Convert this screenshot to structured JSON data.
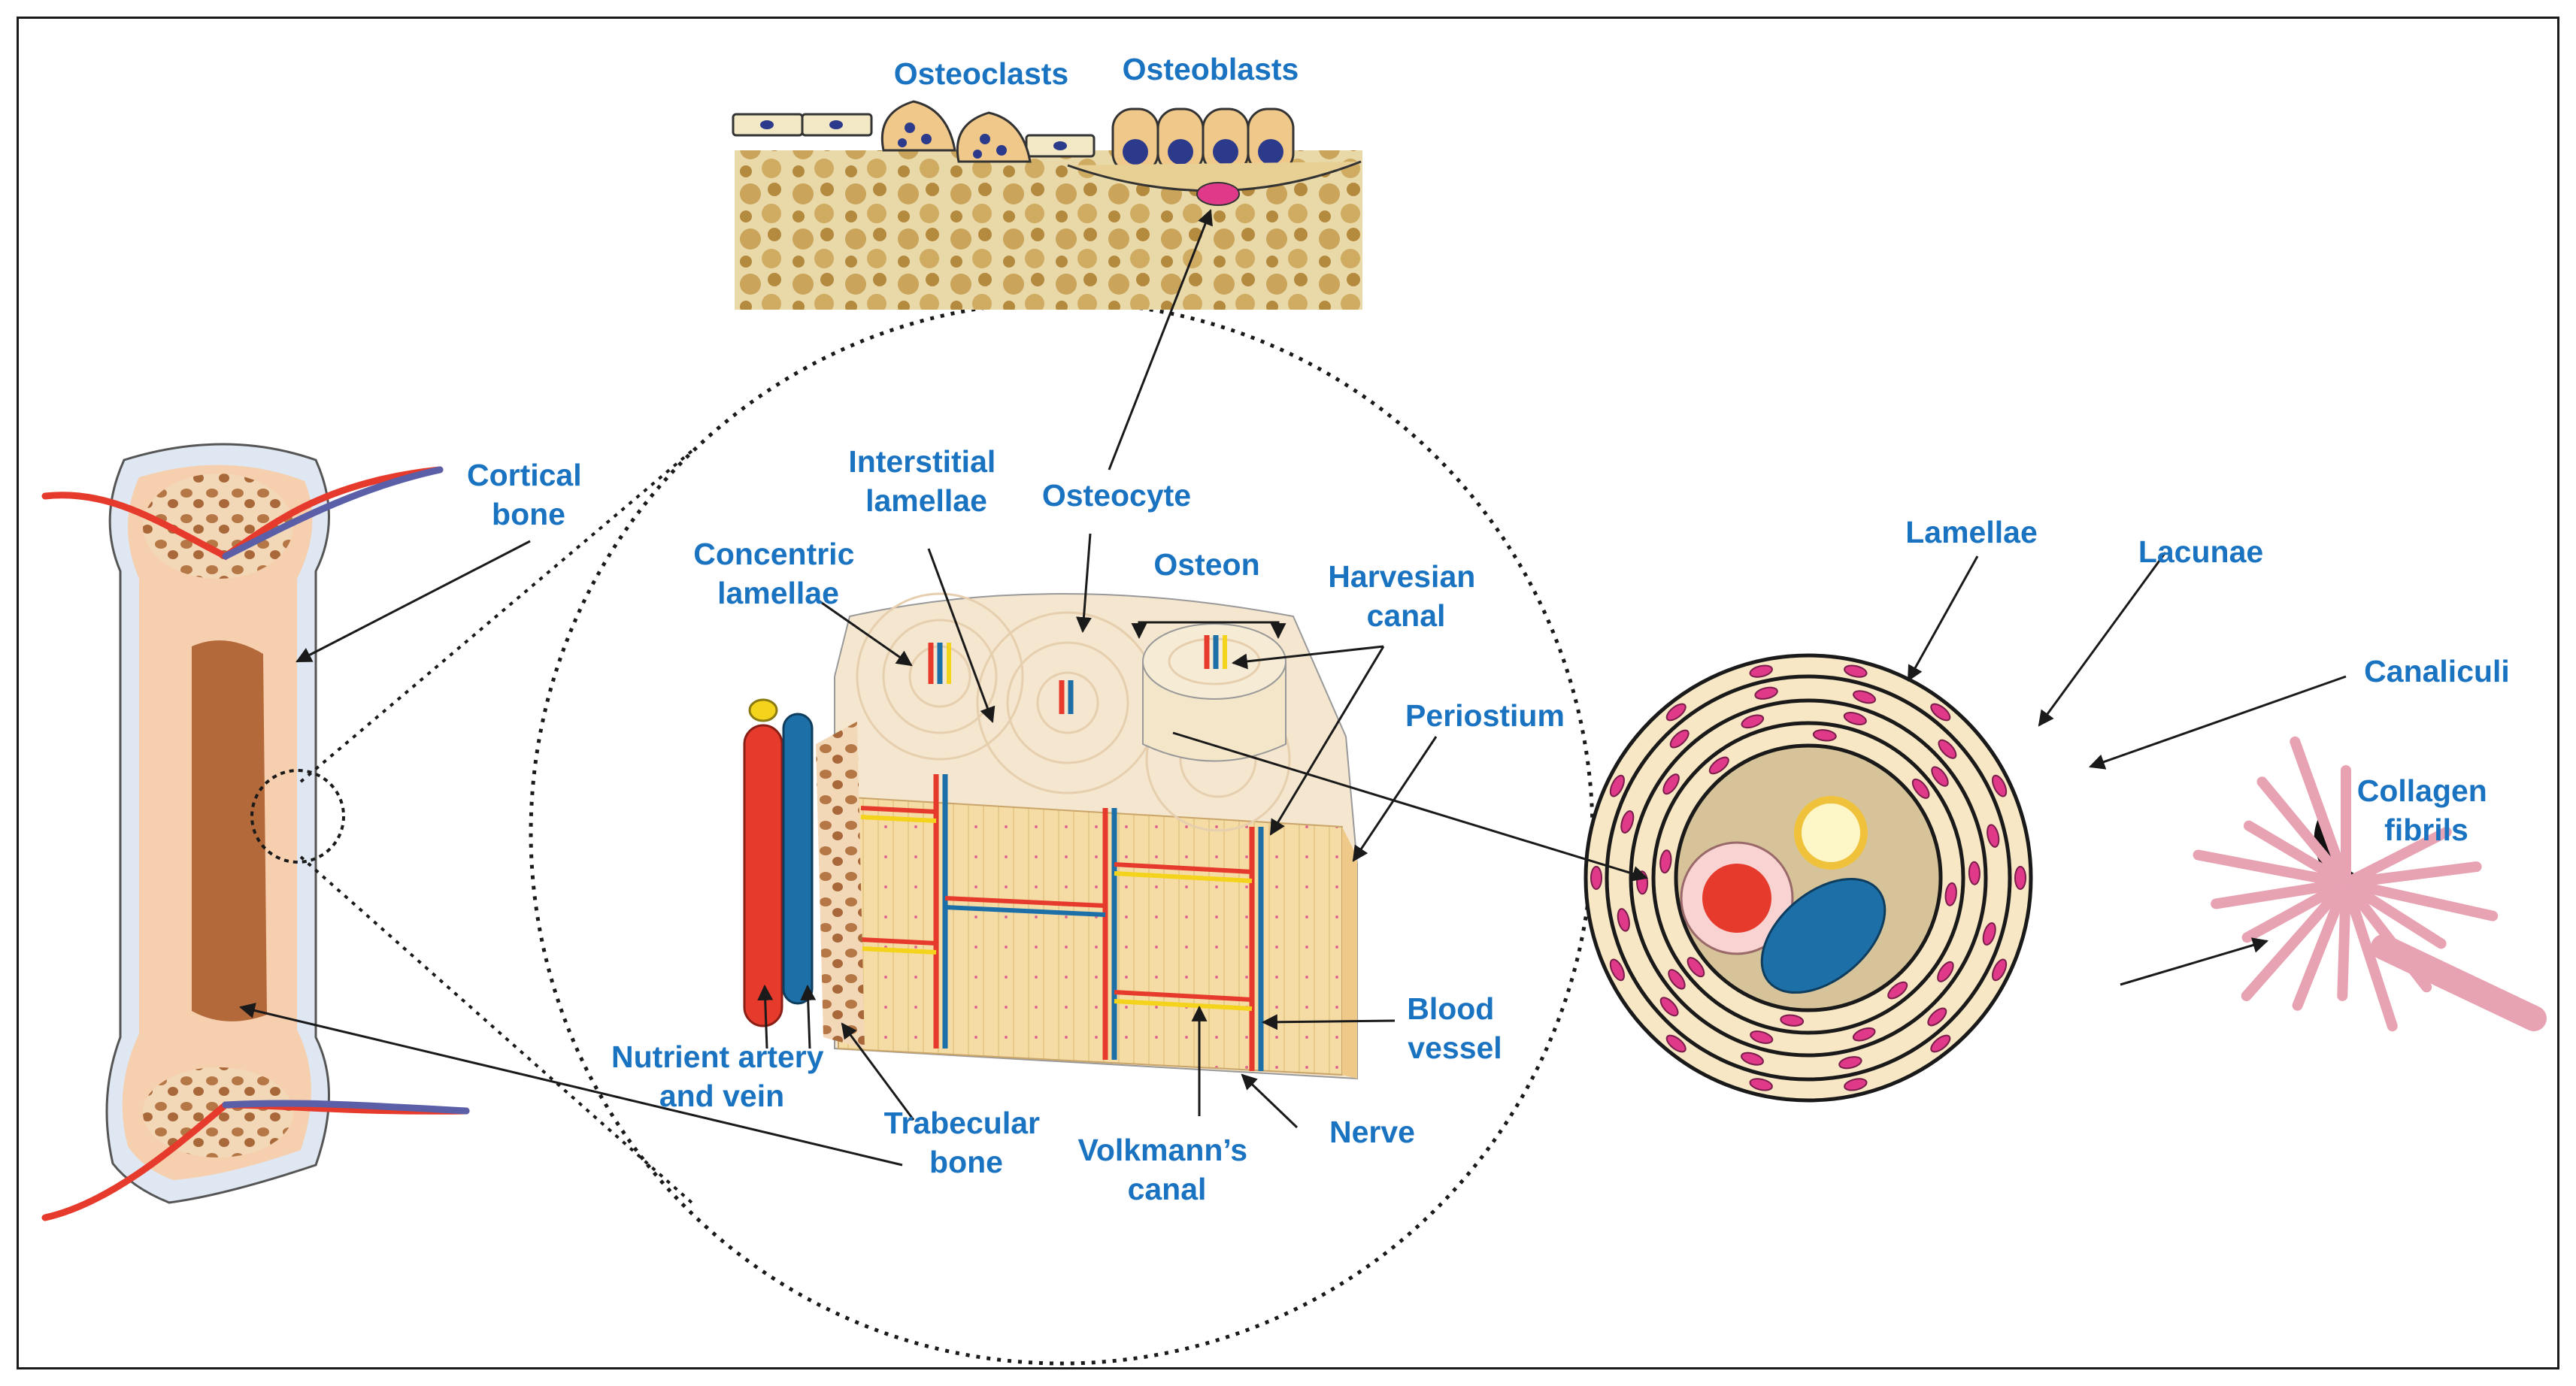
{
  "colors": {
    "label": "#1a73c1",
    "bone": "#f6cfae",
    "bone_dark": "#c8865a",
    "marrow": "#b4693a",
    "artery": "#e53a2c",
    "vein": "#1d6fa8",
    "nerve": "#f3d31c",
    "lamella": "#f7e7c4",
    "cell": "#e0398a",
    "fibril": "#e8a3b3",
    "outline": "#1a1a1a"
  },
  "labels": {
    "osteoclasts": "Osteoclasts",
    "osteoblasts": "Osteoblasts",
    "cortical_bone": [
      "Cortical",
      "bone"
    ],
    "interstitial_lamellae": [
      "Interstitial",
      "lamellae"
    ],
    "osteocyte": "Osteocyte",
    "concentric_lamellae": [
      "Concentric",
      "lamellae"
    ],
    "osteon": "Osteon",
    "harvesian_canal": [
      "Harvesian",
      "canal"
    ],
    "periostium": "Periostium",
    "blood_vessel": [
      "Blood",
      "vessel"
    ],
    "nutrient_artery_vein": [
      "Nutrient artery",
      "and vein"
    ],
    "trabecular_bone": [
      "Trabecular",
      "bone"
    ],
    "volkmanns_canal": [
      "Volkmann’s",
      "canal"
    ],
    "nerve": "Nerve",
    "lamellae": "Lamellae",
    "lacunae": "Lacunae",
    "canaliculi": "Canaliculi",
    "collagen_fibrils": [
      "Collagen",
      "fibrils"
    ]
  },
  "icons": [
    "long-bone-icon",
    "bone-surface-cells-icon",
    "cortical-bone-block-icon",
    "osteon-cross-section-icon",
    "collagen-fibril-bundle-icon"
  ]
}
